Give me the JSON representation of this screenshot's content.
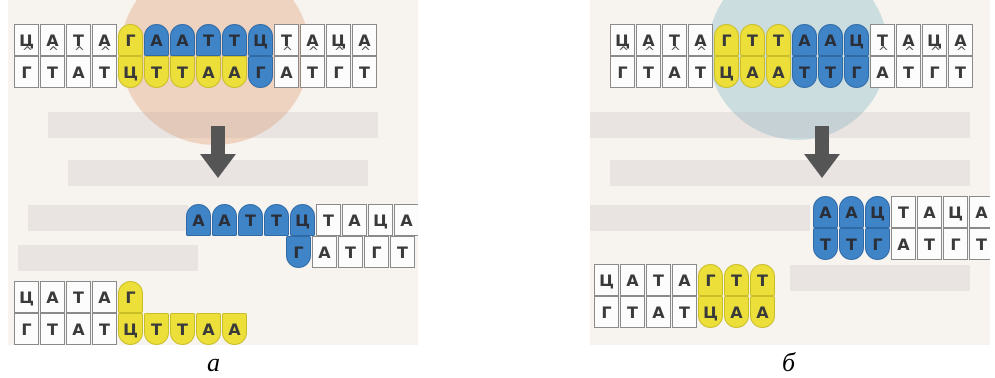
{
  "panel_a": {
    "caption": "а",
    "before_top": [
      {
        "c": "Ц",
        "k": "w"
      },
      {
        "c": "А",
        "k": "w"
      },
      {
        "c": "Т",
        "k": "w"
      },
      {
        "c": "А",
        "k": "w"
      },
      {
        "c": "Г",
        "k": "y"
      },
      {
        "c": "А",
        "k": "b"
      },
      {
        "c": "А",
        "k": "b"
      },
      {
        "c": "Т",
        "k": "b"
      },
      {
        "c": "Т",
        "k": "b"
      },
      {
        "c": "Ц",
        "k": "b"
      },
      {
        "c": "Т",
        "k": "w"
      },
      {
        "c": "А",
        "k": "w"
      },
      {
        "c": "Ц",
        "k": "w"
      },
      {
        "c": "А",
        "k": "w"
      }
    ],
    "before_bottom": [
      {
        "c": "Г",
        "k": "w"
      },
      {
        "c": "Т",
        "k": "w"
      },
      {
        "c": "А",
        "k": "w"
      },
      {
        "c": "Т",
        "k": "w"
      },
      {
        "c": "Ц",
        "k": "y"
      },
      {
        "c": "Т",
        "k": "y"
      },
      {
        "c": "Т",
        "k": "y"
      },
      {
        "c": "А",
        "k": "y"
      },
      {
        "c": "А",
        "k": "y"
      },
      {
        "c": "Г",
        "k": "b"
      },
      {
        "c": "А",
        "k": "w"
      },
      {
        "c": "Т",
        "k": "w"
      },
      {
        "c": "Г",
        "k": "w"
      },
      {
        "c": "Т",
        "k": "w"
      }
    ],
    "right_top": [
      {
        "c": "А",
        "k": "b"
      },
      {
        "c": "А",
        "k": "b"
      },
      {
        "c": "Т",
        "k": "b"
      },
      {
        "c": "Т",
        "k": "b"
      },
      {
        "c": "Ц",
        "k": "b"
      },
      {
        "c": "Т",
        "k": "w"
      },
      {
        "c": "А",
        "k": "w"
      },
      {
        "c": "Ц",
        "k": "w"
      },
      {
        "c": "А",
        "k": "w"
      }
    ],
    "right_bottom": [
      {
        "c": "Г",
        "k": "b"
      },
      {
        "c": "А",
        "k": "w"
      },
      {
        "c": "Т",
        "k": "w"
      },
      {
        "c": "Г",
        "k": "w"
      },
      {
        "c": "Т",
        "k": "w"
      }
    ],
    "left_top": [
      {
        "c": "Ц",
        "k": "w"
      },
      {
        "c": "А",
        "k": "w"
      },
      {
        "c": "Т",
        "k": "w"
      },
      {
        "c": "А",
        "k": "w"
      },
      {
        "c": "Г",
        "k": "y"
      }
    ],
    "left_bottom": [
      {
        "c": "Г",
        "k": "w"
      },
      {
        "c": "Т",
        "k": "w"
      },
      {
        "c": "А",
        "k": "w"
      },
      {
        "c": "Т",
        "k": "w"
      },
      {
        "c": "Ц",
        "k": "y"
      },
      {
        "c": "Т",
        "k": "y"
      },
      {
        "c": "Т",
        "k": "y"
      },
      {
        "c": "А",
        "k": "y"
      },
      {
        "c": "А",
        "k": "y"
      }
    ]
  },
  "panel_b": {
    "caption": "б",
    "before_top": [
      {
        "c": "Ц",
        "k": "w"
      },
      {
        "c": "А",
        "k": "w"
      },
      {
        "c": "Т",
        "k": "w"
      },
      {
        "c": "А",
        "k": "w"
      },
      {
        "c": "Г",
        "k": "y"
      },
      {
        "c": "Т",
        "k": "y"
      },
      {
        "c": "Т",
        "k": "y"
      },
      {
        "c": "А",
        "k": "b"
      },
      {
        "c": "А",
        "k": "b"
      },
      {
        "c": "Ц",
        "k": "b"
      },
      {
        "c": "Т",
        "k": "w"
      },
      {
        "c": "А",
        "k": "w"
      },
      {
        "c": "Ц",
        "k": "w"
      },
      {
        "c": "А",
        "k": "w"
      }
    ],
    "before_bottom": [
      {
        "c": "Г",
        "k": "w"
      },
      {
        "c": "Т",
        "k": "w"
      },
      {
        "c": "А",
        "k": "w"
      },
      {
        "c": "Т",
        "k": "w"
      },
      {
        "c": "Ц",
        "k": "y"
      },
      {
        "c": "А",
        "k": "y"
      },
      {
        "c": "А",
        "k": "y"
      },
      {
        "c": "Т",
        "k": "b"
      },
      {
        "c": "Т",
        "k": "b"
      },
      {
        "c": "Г",
        "k": "b"
      },
      {
        "c": "А",
        "k": "w"
      },
      {
        "c": "Т",
        "k": "w"
      },
      {
        "c": "Г",
        "k": "w"
      },
      {
        "c": "Т",
        "k": "w"
      }
    ],
    "right_top": [
      {
        "c": "А",
        "k": "b"
      },
      {
        "c": "А",
        "k": "b"
      },
      {
        "c": "Ц",
        "k": "b"
      },
      {
        "c": "Т",
        "k": "w"
      },
      {
        "c": "А",
        "k": "w"
      },
      {
        "c": "Ц",
        "k": "w"
      },
      {
        "c": "А",
        "k": "w"
      }
    ],
    "right_bottom": [
      {
        "c": "Т",
        "k": "b"
      },
      {
        "c": "Т",
        "k": "b"
      },
      {
        "c": "Г",
        "k": "b"
      },
      {
        "c": "А",
        "k": "w"
      },
      {
        "c": "Т",
        "k": "w"
      },
      {
        "c": "Г",
        "k": "w"
      },
      {
        "c": "Т",
        "k": "w"
      }
    ],
    "left_top": [
      {
        "c": "Ц",
        "k": "w"
      },
      {
        "c": "А",
        "k": "w"
      },
      {
        "c": "Т",
        "k": "w"
      },
      {
        "c": "А",
        "k": "w"
      },
      {
        "c": "Г",
        "k": "y"
      },
      {
        "c": "Т",
        "k": "y"
      },
      {
        "c": "Т",
        "k": "y"
      }
    ],
    "left_bottom": [
      {
        "c": "Г",
        "k": "w"
      },
      {
        "c": "Т",
        "k": "w"
      },
      {
        "c": "А",
        "k": "w"
      },
      {
        "c": "Т",
        "k": "w"
      },
      {
        "c": "Ц",
        "k": "y"
      },
      {
        "c": "А",
        "k": "y"
      },
      {
        "c": "А",
        "k": "y"
      }
    ]
  },
  "colors": {
    "white": "#fcfcfc",
    "yellow": "#ecdf3a",
    "blue": "#3f84c6",
    "enzyme_a": "#e9b89a",
    "enzyme_b": "#b9d3d8",
    "arrow": "#555555"
  }
}
